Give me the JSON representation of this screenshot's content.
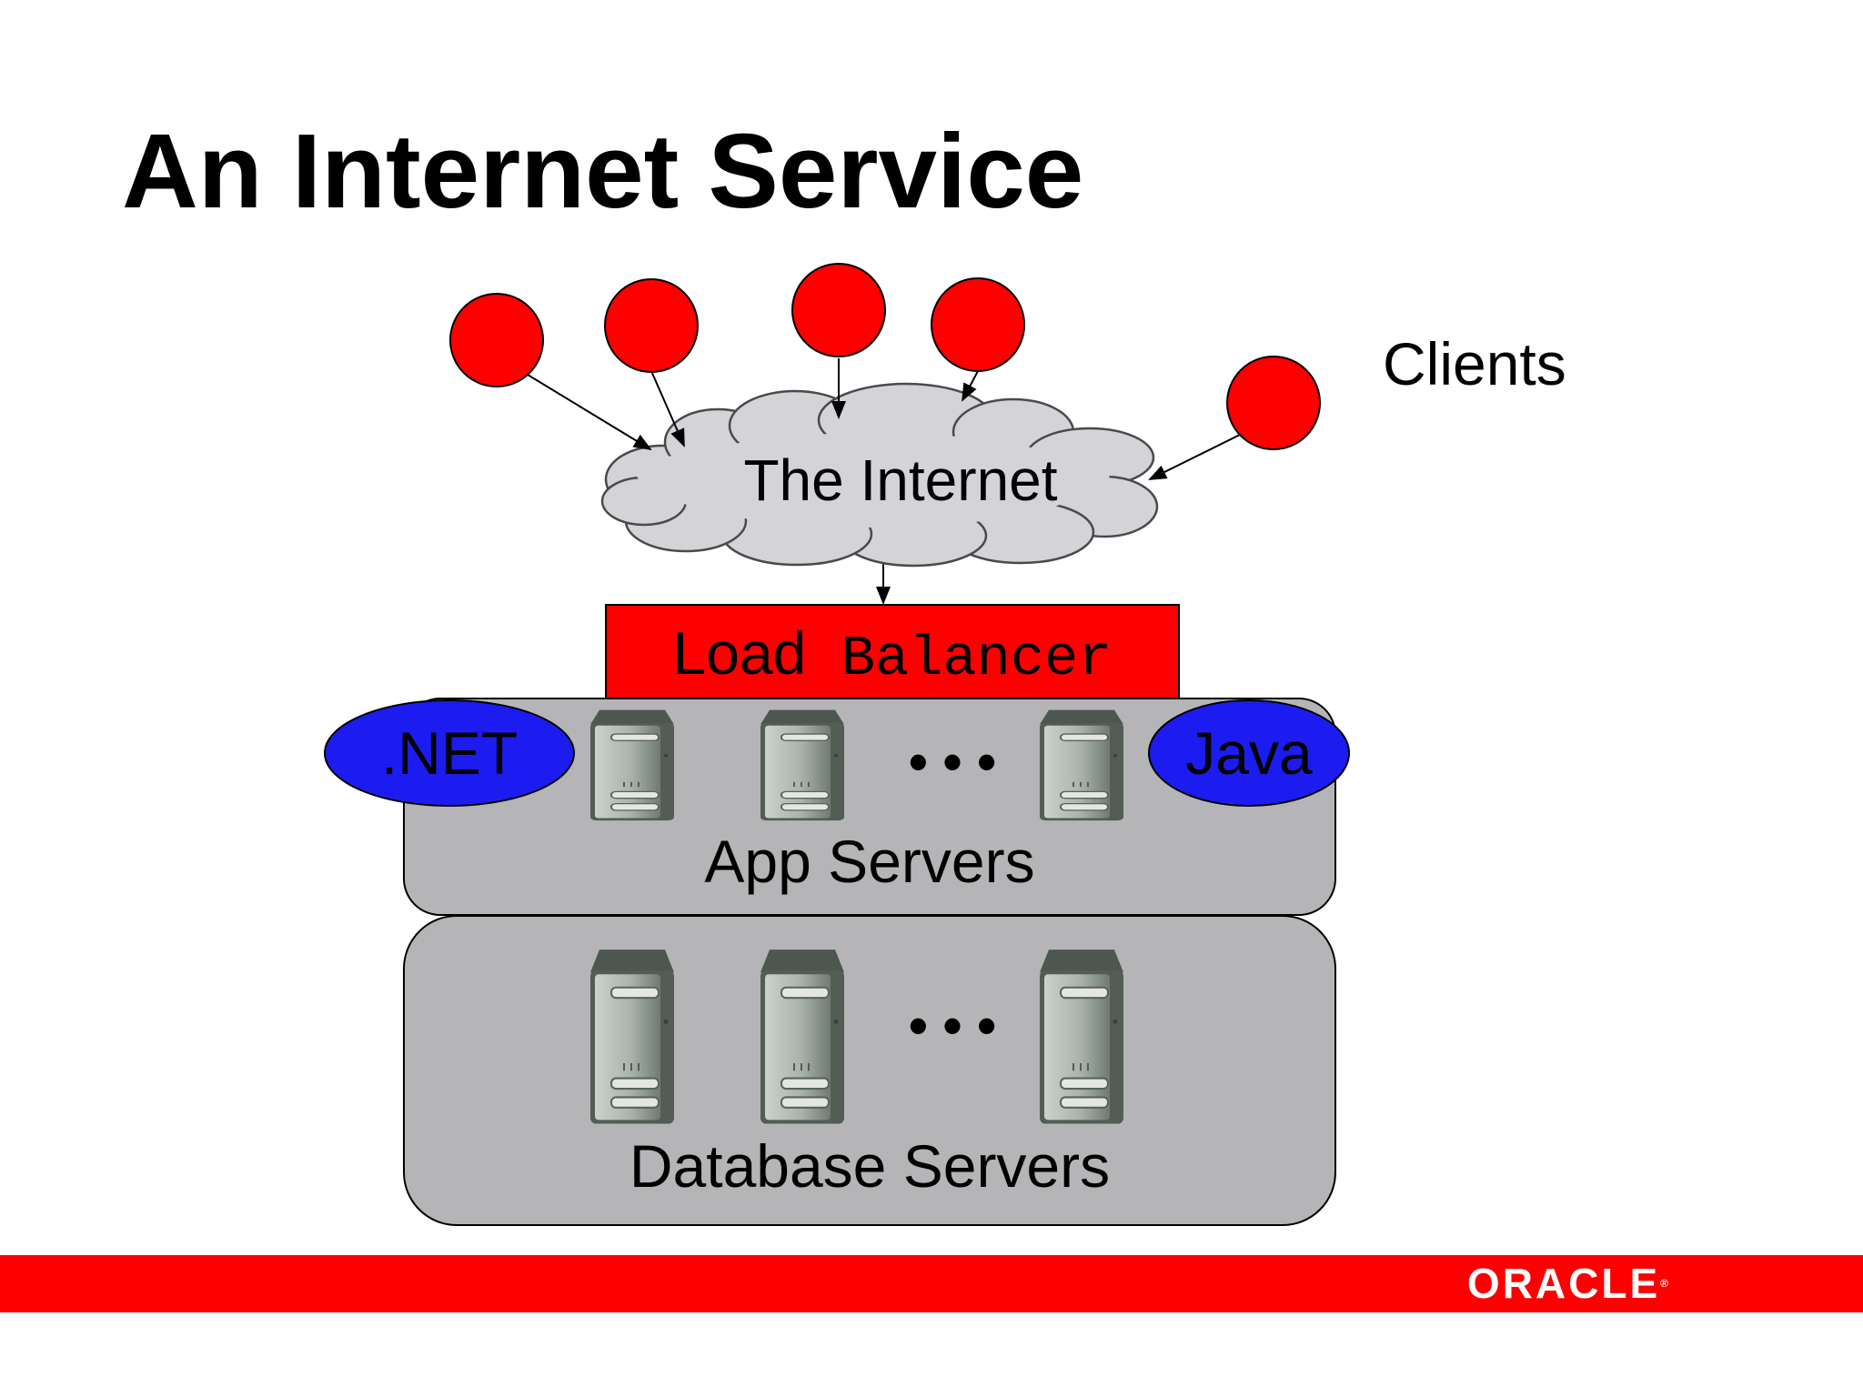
{
  "slide": {
    "title": "An Internet Service",
    "brand": "ORACLE",
    "brand_mark": "®"
  },
  "diagram": {
    "clients_label": "Clients",
    "internet_label": "The Internet",
    "load_balancer": {
      "word1": "Load",
      "word2": "Balancer"
    },
    "app_tier": {
      "label": "App Servers",
      "left_badge": ".NET",
      "right_badge": "Java",
      "ellipsis": "• • •"
    },
    "db_tier": {
      "label": "Database Servers",
      "ellipsis": "• • •"
    }
  },
  "colors": {
    "client_fill": "#ff0000",
    "cloud_fill": "#d4d4d8",
    "load_balancer_fill": "#ff0000",
    "tier_fill": "#b5b5b8",
    "badge_fill": "#1c1cf0",
    "footer_bar": "#ff0000"
  },
  "icons": {
    "client": "red-circle",
    "internet": "cloud-shape",
    "server": "server-tower-icon"
  }
}
